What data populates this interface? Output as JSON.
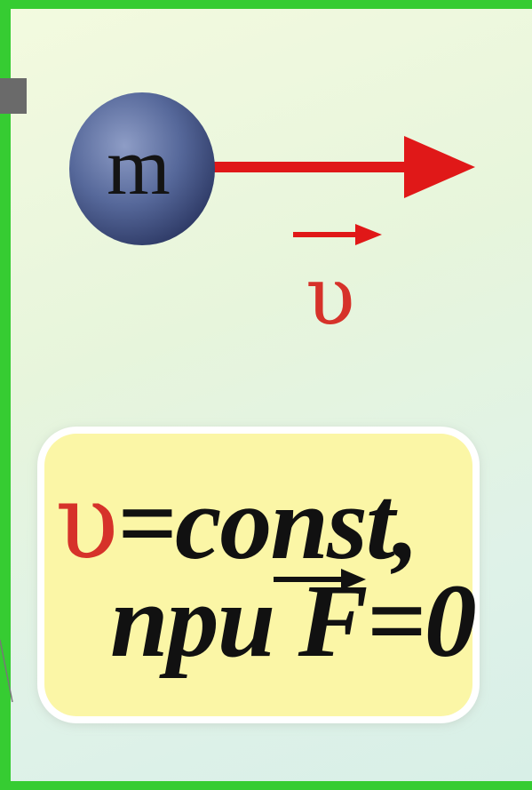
{
  "mass_label": "m",
  "velocity_symbol": "υ",
  "formula": {
    "velocity_symbol": "υ",
    "line1_rest": "=const,",
    "line2_prefix": "npu ",
    "force_symbol": "F",
    "line2_rest": "=0"
  },
  "colors": {
    "frame": "#36cc32",
    "background": "#eaf6e0",
    "ball": "#4a5b8c",
    "arrow": "#e01818",
    "box": "#fbf6a6"
  }
}
